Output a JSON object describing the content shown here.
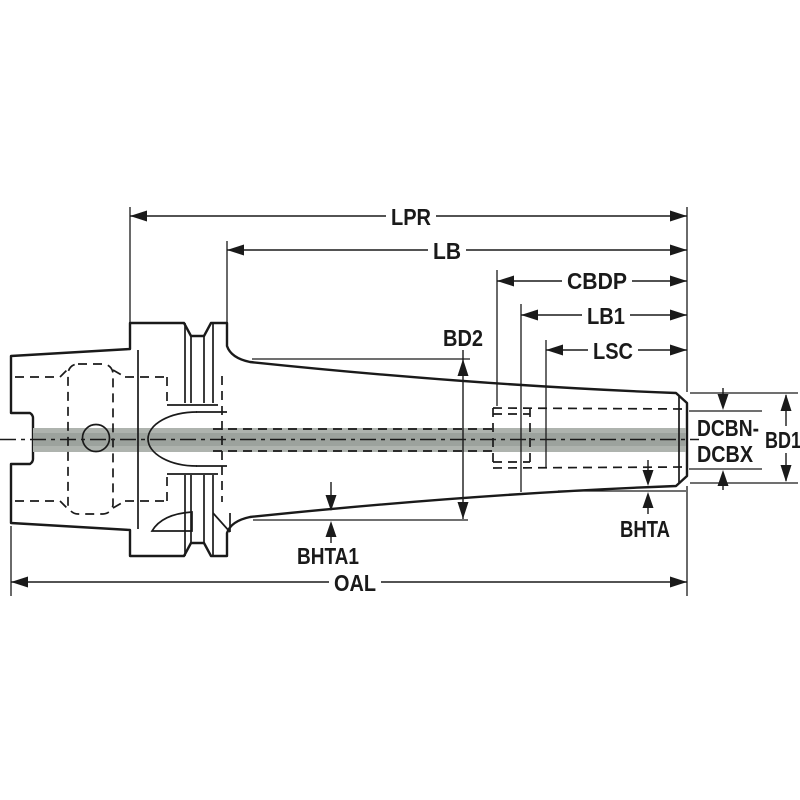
{
  "labels": {
    "lpr": "LPR",
    "lb": "LB",
    "cbdp": "CBDP",
    "lb1": "LB1",
    "lsc": "LSC",
    "bd2": "BD2",
    "bd1": "BD1",
    "dcbn": "DCBN-",
    "dcbx": "DCBX",
    "bhta": "BHTA",
    "bhta1": "BHTA1",
    "oal": "OAL"
  },
  "colors": {
    "body_fill": "#c8cdc7",
    "bore_band": "#aeb3ae",
    "bore_core": "#9ca29d",
    "line": "#1a1a1a",
    "background": "#ffffff"
  }
}
